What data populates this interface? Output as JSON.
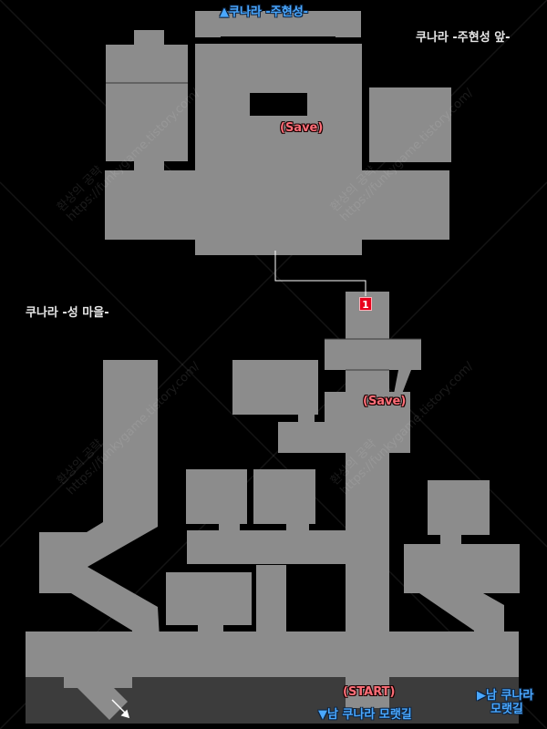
{
  "colors": {
    "background": "#000000",
    "floor": "#8c8c8c",
    "lower_floor": "#3c3c3c",
    "exit_text": "#4aa8ff",
    "marker_text": "#ff6e78",
    "chest_badge": "#e8001c"
  },
  "labels": {
    "castle_exit": "▲쿠나라 -주현성-",
    "castle_front_title": "쿠나라 -주현성 앞-",
    "castle_town_title": "쿠나라 -성 마을-",
    "save_upper": "(Save)",
    "save_lower": "(Save)",
    "start": "(START)",
    "south_exit_bottom": "▼남 쿠나라 모랫길",
    "south_exit_right_line1": "▶남 쿠나라",
    "south_exit_right_line2": "모랫길",
    "chest_number": "1"
  },
  "watermark": {
    "title": "환상의 공략",
    "url": "https://funkygame.tistory.com/"
  }
}
